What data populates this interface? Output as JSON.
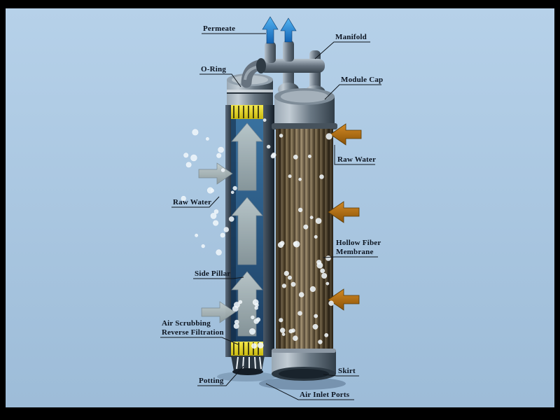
{
  "diagram": {
    "subject": "Hollow fiber membrane filtration module cutaway diagram",
    "labels": {
      "permeate": "Permeate",
      "manifold": "Manifold",
      "o_ring": "O-Ring",
      "module_cap": "Module Cap",
      "raw_water_right": "Raw Water",
      "raw_water_left": "Raw Water",
      "hollow_fiber_line1": "Hollow Fiber",
      "hollow_fiber_line2": "Membrane",
      "side_pillar": "Side Pillar",
      "air_scrubbing_line1": "Air Scrubbing",
      "air_scrubbing_line2": "Reverse Filtration",
      "potting": "Potting",
      "skirt": "Skirt",
      "air_inlet_ports": "Air Inlet Ports"
    },
    "colors": {
      "background": "#a9c7e1",
      "frame": "#000000",
      "permeate_arrow_blue": "#1f7fd0",
      "raw_water_arrow_orange": "#b06a14",
      "internal_flow_arrow_gray": "#c3ccd2",
      "hollow_fiber_brown": "#7a6747",
      "module_metal_gray": "#6a7884",
      "interior_blue": "#2c5d8e",
      "potting_yellow": "#e8da1e",
      "label_text": "#0c1420"
    }
  }
}
